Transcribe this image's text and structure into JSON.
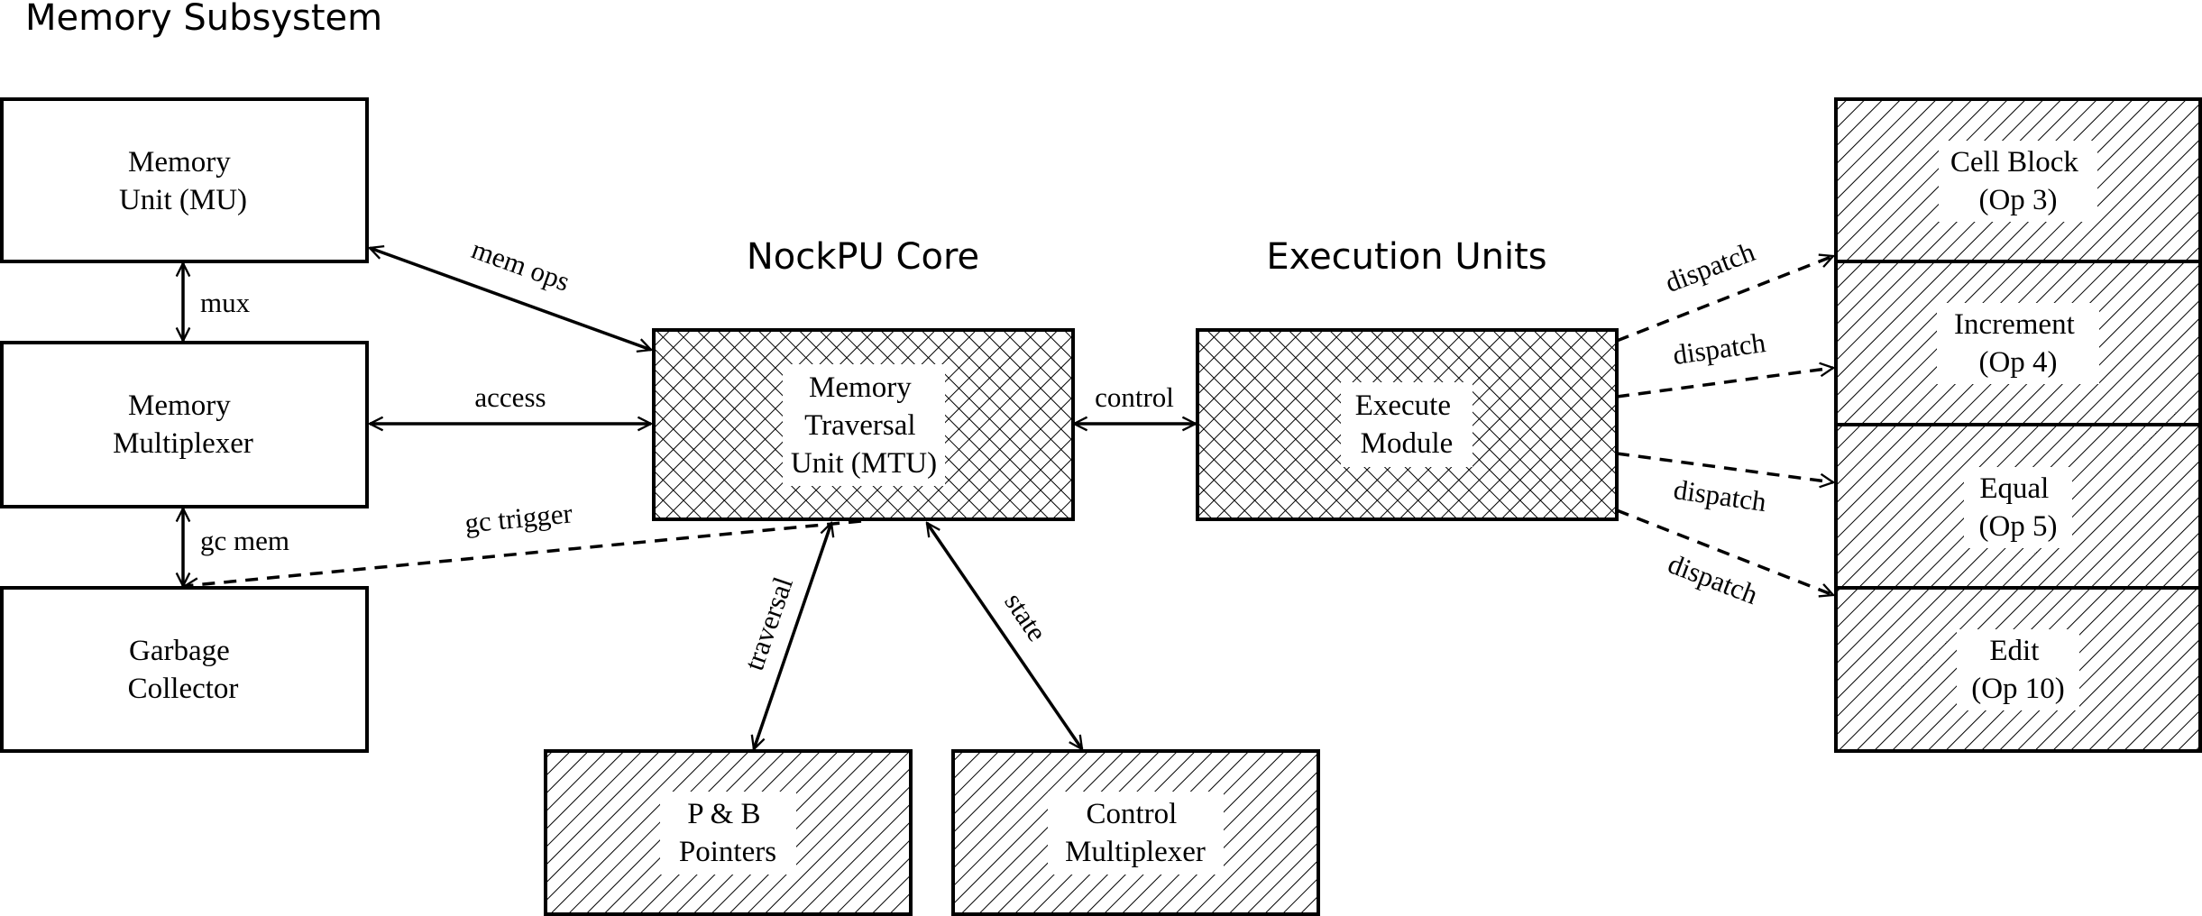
{
  "titles": {
    "memory_subsystem": "Memory Subsystem",
    "core": "NockPU Core",
    "execution_units": "Execution Units"
  },
  "nodes": {
    "memory_unit": [
      "Memory",
      "Unit (MU)"
    ],
    "memory_multiplexer": [
      "Memory",
      "Multiplexer"
    ],
    "garbage_collector": [
      "Garbage",
      "Collector"
    ],
    "mtu": [
      "Memory",
      "Traversal",
      "Unit (MTU)"
    ],
    "execute_module": [
      "Execute",
      "Module"
    ],
    "pb_pointers": [
      "P & B",
      "Pointers"
    ],
    "control_multiplexer": [
      "Control",
      "Multiplexer"
    ],
    "cell_block": [
      "Cell Block",
      "(Op 3)"
    ],
    "increment": [
      "Increment",
      "(Op 4)"
    ],
    "equal": [
      "Equal",
      "(Op 5)"
    ],
    "edit": [
      "Edit",
      "(Op 10)"
    ]
  },
  "edges": {
    "mux": "mux",
    "gc_mem": "gc mem",
    "mem_ops": "mem ops",
    "access": "access",
    "gc_trigger": "gc trigger",
    "control": "control",
    "traversal": "traversal",
    "state": "state",
    "dispatch_1": "dispatch",
    "dispatch_2": "dispatch",
    "dispatch_3": "dispatch",
    "dispatch_4": "dispatch"
  }
}
